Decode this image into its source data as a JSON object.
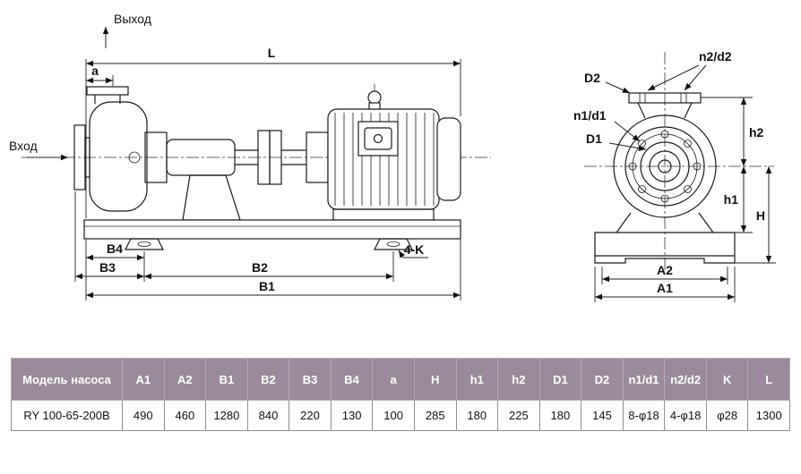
{
  "colors": {
    "table_header_bg": "#9a8a9b"
  },
  "drawing": {
    "flow": {
      "outlet": "Выход",
      "inlet": "Вход"
    },
    "dims": {
      "L": "L",
      "a": "a",
      "B1": "B1",
      "B2": "B2",
      "B3": "B3",
      "B4": "B4",
      "K4": "4-K",
      "D1": "D1",
      "D2": "D2",
      "n1d1": "n1/d1",
      "n2d2": "n2/d2",
      "h1": "h1",
      "h2": "h2",
      "H": "H",
      "A1": "A1",
      "A2": "A2"
    }
  },
  "table": {
    "headers": [
      "Модель насоса",
      "A1",
      "A2",
      "B1",
      "B2",
      "B3",
      "B4",
      "a",
      "H",
      "h1",
      "h2",
      "D1",
      "D2",
      "n1/d1",
      "n2/d2",
      "K",
      "L"
    ],
    "rows": [
      [
        "RY 100-65-200B",
        "490",
        "460",
        "1280",
        "840",
        "220",
        "130",
        "100",
        "285",
        "180",
        "225",
        "180",
        "145",
        "8-φ18",
        "4-φ18",
        "φ28",
        "1300"
      ]
    ]
  }
}
